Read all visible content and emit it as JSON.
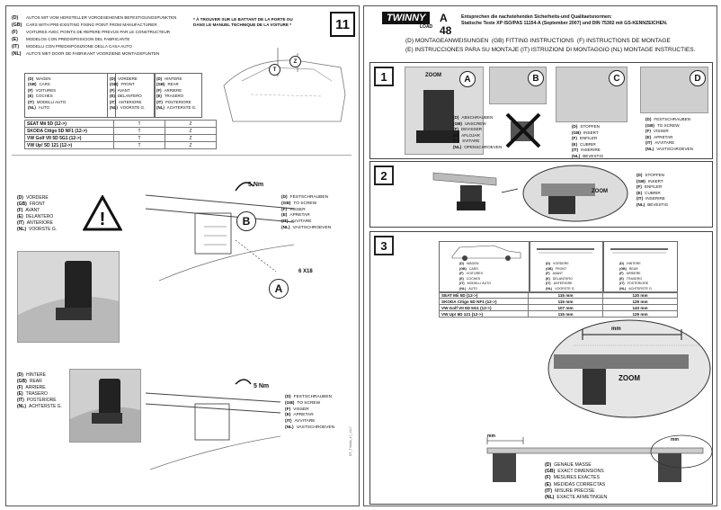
{
  "left_page": {
    "mounting_lines": [
      [
        "(D)",
        "AUTOS MIT VOM HERSTELLER VORGESEHENEN BEFESTIGUNGSPUNKTEN"
      ],
      [
        "(GB)",
        "CARS WITH PRE-EXISTING FIXING POINT FROM MANUFACTURER"
      ],
      [
        "(F)",
        "VOITURES AVEC POINTS DE REPERE PREVUS PAR LE CONSTRUCTEUR"
      ],
      [
        "(E)",
        "MODELOS CON PREDISPOSICION DEL FABRICANTE"
      ],
      [
        "(IT)",
        "MODELLI CON PREDISPOSIZIONE DELLA CASA AUTO"
      ],
      [
        "(NL)",
        "AUTO'S MET DOOR DE FABRIKANT VOORZIENE MONTAGEPUNTEN"
      ]
    ],
    "french_note": "* À TROUVER SUR LE BATTANT DE LA PORTE OU\nDANS LE MANUEL TECHNIQUE DE LA VOITURE *",
    "page_number": "11",
    "car_labels": [
      "T",
      "Z"
    ],
    "header_cols": [
      [
        "(D)",
        "WAGEN",
        "(GB)",
        "CARS",
        "(F)",
        "VOITURES",
        "(E)",
        "COCHES",
        "(IT)",
        "MODELLI AUTO",
        "(NL)",
        "AUTO"
      ],
      [
        "(D)",
        "VORDERE",
        "(GB)",
        "FRONT",
        "(F)",
        "AVANT",
        "(E)",
        "DELANTERO",
        "(IT)",
        "ANTERIORE",
        "(NL)",
        "VOORSTE G."
      ],
      [
        "(D)",
        "HINTERE",
        "(GB)",
        "REAR",
        "(F)",
        "ARRIERE",
        "(E)",
        "TRASERO",
        "(IT)",
        "POSTERIORE",
        "(NL)",
        "ACHTERSTE G."
      ]
    ],
    "fit_rows": [
      [
        "SEAT Mii 5D (12->)",
        "T",
        "Z"
      ],
      [
        "SKODA Citigo 5D NF1  (12->)",
        "T",
        "Z"
      ],
      [
        "VW Golf VII 5D 5G1  (12->)",
        "T",
        "Z"
      ],
      [
        "VW Up! 5D 121  (12->)",
        "T",
        "Z"
      ]
    ],
    "front_label": [
      "(D)",
      "VORDERE",
      "(GB)",
      "FRONT",
      "(F)",
      "AVANT",
      "(E)",
      "DELANTERO",
      "(IT)",
      "ANTERIORE",
      "(NL)",
      "VOORSTE G."
    ],
    "screw_label": [
      "(D)",
      "FESTSCHRAUBEN",
      "(GB)",
      "TO SCREW",
      "(F)",
      "VISSER",
      "(E)",
      "APRETAR",
      "(IT)",
      "AVVITARE",
      "(NL)",
      "VASTSCHROEVEN"
    ],
    "rear_label": [
      "(D)",
      "HINTERE",
      "(GB)",
      "REAR",
      "(F)",
      "ARRIERE",
      "(E)",
      "TRASERO",
      "(IT)",
      "POSTERIORE",
      "(NL)",
      "ACHTERSTE G."
    ],
    "torque": "5 Nm",
    "screw_count": "6 X18",
    "callout_a": "A",
    "callout_b": "B",
    "side_code": "DT_ThisAd_z7_1417"
  },
  "right_page": {
    "brand": "TWINNY",
    "brand_sub": "LOAD",
    "model": "A 48",
    "cert_text": "Entsprechen die nachstehenden Sicherheits-und Qualitaetsnormen:\nStatische Teste XP ISO/PAS 11154-A (September 2007) und DIN 75302 mit GS-KENNZEICHEN.",
    "lang_line1": "(D) MONTAGEANWEISUNGEN  (GB) FITTING INSTRUCTIONS  (F) INSTRUCTIONS DE MONTAGE",
    "lang_line2": "(E) INSTRUCCIONES PARA SU MONTAJE (IT) ISTRUZIONI DI MONTAGGIO (NL) MONTAGE INSTRUCTIES.",
    "step1": "1",
    "step2": "2",
    "step3": "3",
    "zoom": "ZOOM",
    "panel_letters": [
      "A",
      "B",
      "C",
      "D"
    ],
    "unscrew_label": [
      "(D)",
      "ABSCHRAUBEN",
      "(GB)",
      "UNSCREW",
      "(F)",
      "DEVISSER",
      "(E)",
      "AFLOJAR",
      "(IT)",
      "SVITARE",
      "(NL)",
      "OPENSCHROEVEN"
    ],
    "insert_label": [
      "(D)",
      "STOPFEN",
      "(GB)",
      "INSERT",
      "(F)",
      "ENFILER",
      "(E)",
      "CUBRIR",
      "(IT)",
      "INSERIRE",
      "(NL)",
      "BEVESTIG"
    ],
    "screw_label": [
      "(D)",
      "FESTSCHRAUBEN",
      "(GB)",
      "TO SCREW",
      "(F)",
      "VISSER",
      "(E)",
      "APRETAR",
      "(IT)",
      "AVVITARE",
      "(NL)",
      "VASTSCHROEVEN"
    ],
    "insert_label2": [
      "(D)",
      "STOPFEN",
      "(GB)",
      "INSERT",
      "(F)",
      "ENFILER",
      "(E)",
      "CUBRIR",
      "(IT)",
      "INSERIRE",
      "(NL)",
      "BEVESTIG"
    ],
    "dim_header": [
      [
        "(D)",
        "WAGEN",
        "(GB)",
        "CARS",
        "(F)",
        "VOITURES",
        "(E)",
        "COCHES",
        "(IT)",
        "MODELLI AUTO",
        "(NL)",
        "AUTO"
      ],
      [
        "(D)",
        "VORDERE",
        "(GB)",
        "FRONT",
        "(F)",
        "AVANT",
        "(E)",
        "DELANTERO",
        "(IT)",
        "ANTERIORE",
        "(NL)",
        "VOORSTE G."
      ],
      [
        "(D)",
        "HINTERE",
        "(GB)",
        "REAR",
        "(F)",
        "ARRIERE",
        "(E)",
        "TRASERO",
        "(IT)",
        "POSTERIORE",
        "(NL)",
        "ACHTERSTE G."
      ]
    ],
    "dim_rows": [
      [
        "SEAT Mii 5D (12->)",
        "115 mm",
        "120 mm"
      ],
      [
        "SKODA Citigo 5D NF1  (12->)",
        "115 mm",
        "129 mm"
      ],
      [
        "VW Golf VII 5D 5G1  (12->)",
        "107 mm",
        "143 mm"
      ],
      [
        "VW Up! 5D 121  (12->)",
        "115 mm",
        "129 mm"
      ]
    ],
    "mm": "mm",
    "exact_label": [
      "(D)",
      "GENAUE MASSE",
      "(GB)",
      "EXACT DIMENSIONS",
      "(F)",
      "MESURES EXACTES",
      "(E)",
      "MEDIDAS CORRECTAS",
      "(IT)",
      "MISURE PRECISE",
      "(NL)",
      "EXACTE AFMETINGEN"
    ]
  }
}
